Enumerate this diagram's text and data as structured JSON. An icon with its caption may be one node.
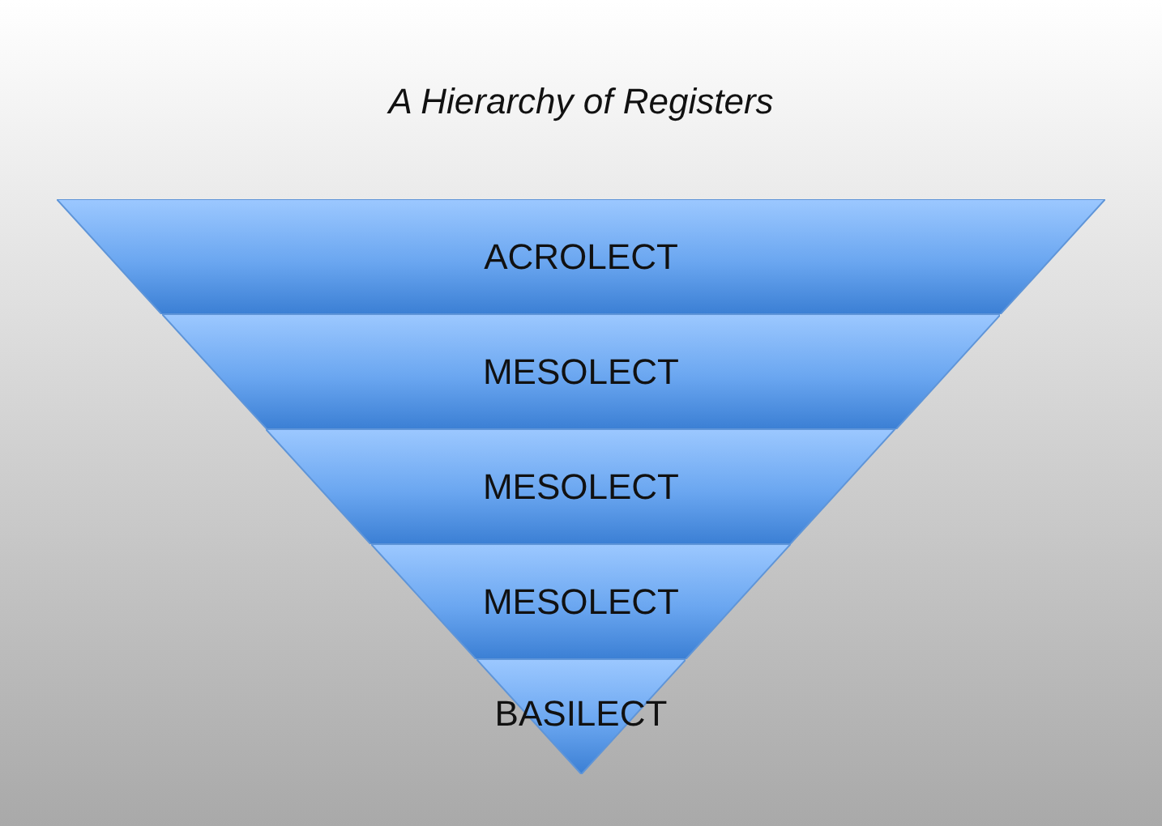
{
  "diagram": {
    "title": "A Hierarchy of Registers",
    "nodes": [
      {
        "text": [
          "ACROLECT"
        ]
      },
      {
        "text": [
          "MESOLECT"
        ]
      },
      {
        "text": [
          "MESOLECT"
        ]
      },
      {
        "text": [
          "MESOLECT"
        ]
      },
      {
        "text": [
          "BASILECT"
        ]
      }
    ]
  }
}
